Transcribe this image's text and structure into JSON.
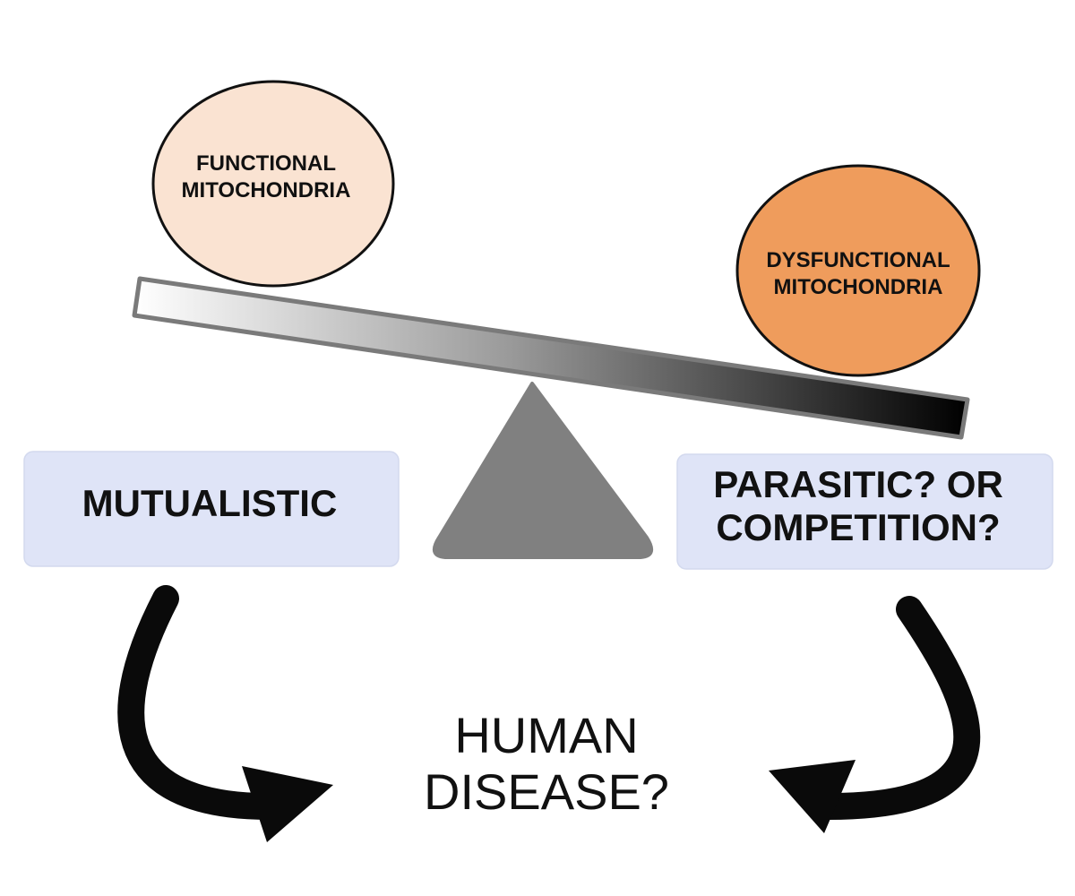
{
  "colors": {
    "background": "#ffffff",
    "functional_fill": "#fae3d2",
    "dysfunctional_fill": "#ef9c5c",
    "box_fill": "#dfe4f7",
    "box_border": "#d3d9ee",
    "fulcrum": "#808080",
    "outline": "#111111",
    "arrow": "#0a0a0a",
    "beam_light": "#ffffff",
    "beam_dark": "#000000"
  },
  "balance": {
    "left_circle": {
      "lines": [
        "FUNCTIONAL",
        "MITOCHONDRIA"
      ]
    },
    "right_circle": {
      "lines": [
        "DYSFUNCTIONAL",
        "MITOCHONDRIA"
      ]
    },
    "beam_gradient": "white-to-black",
    "tilt": "down-to-right"
  },
  "boxes": {
    "left": {
      "lines": [
        "MUTUALISTIC"
      ]
    },
    "right": {
      "lines": [
        "PARASITIC? OR",
        "COMPETITION?"
      ]
    }
  },
  "outcome": {
    "lines": [
      "HUMAN",
      "DISEASE?"
    ]
  },
  "icons": {
    "left_arrow": "curved-arrow-right-icon",
    "right_arrow": "curved-arrow-left-icon"
  }
}
